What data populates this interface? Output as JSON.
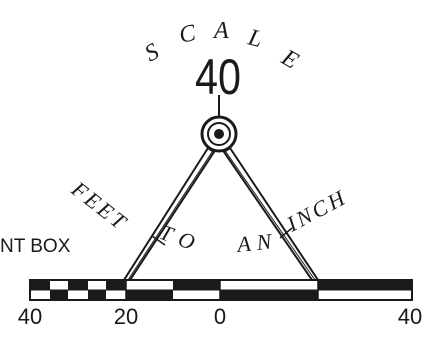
{
  "scale": {
    "title": "SCALE",
    "value": "40",
    "legend_fragment": "NT BOX",
    "phrase": {
      "word1": "FEET",
      "word2": "TO",
      "word3": "AN",
      "word4": "INCH"
    },
    "bar_labels": [
      "40",
      "20",
      "0",
      "40"
    ],
    "colors": {
      "ink": "#1a1a1a",
      "fill_dark": "#1a1a1a",
      "fill_light": "#ffffff",
      "compass_metal": "#ffffff"
    },
    "icons": {
      "compass": "drafting-compass-icon",
      "pivot": "compass-pivot-icon"
    }
  }
}
